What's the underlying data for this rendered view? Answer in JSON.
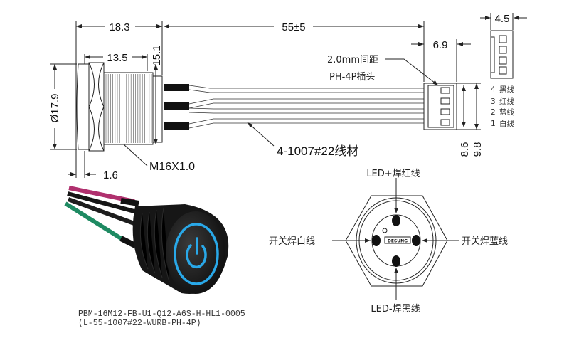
{
  "dimensions": {
    "overall_length": "18.3",
    "cable_length": "55±5",
    "connector_depth": "4.5",
    "connector_width": "6.9",
    "thread_length": "13.5",
    "body_height": "15.1",
    "bezel_diameter": "Ø17.9",
    "bezel_thickness": "1.6",
    "connector_inner_height": "8.6",
    "connector_outer_height": "9.8"
  },
  "annotations": {
    "pitch": "2.0mm间距",
    "connector_type": "PH-4P插头",
    "cable_spec": "4-1007#22线材",
    "thread_spec": "M16X1.0"
  },
  "pinout": [
    {
      "pin": "4",
      "wire": "黑线"
    },
    {
      "pin": "3",
      "wire": "红线"
    },
    {
      "pin": "2",
      "wire": "蓝线"
    },
    {
      "pin": "1",
      "wire": "白线"
    }
  ],
  "rear_view": {
    "top": "LED+焊红线",
    "bottom": "LED-焊黑线",
    "left": "开关焊白线",
    "right": "开关焊蓝线",
    "brand": "DESUNG"
  },
  "caption": {
    "line1": "PBM-16M12-FB-U1-Q12-A6S-H-HL1-0005",
    "line2": "(L-55-1007#22-WURB-PH-4P)"
  },
  "colors": {
    "led_ring": "#29a8e8",
    "wire_red": "#b0306e",
    "wire_green": "#1e8a62",
    "body": "#1b1b1b"
  }
}
